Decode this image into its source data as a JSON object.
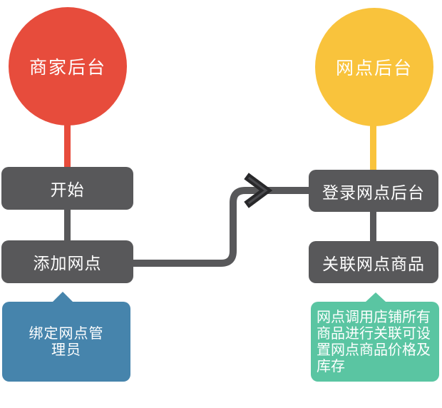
{
  "palette": {
    "merchant_red": "#E74C3C",
    "outlet_yellow": "#F9C33C",
    "step_gray": "#58585A",
    "callout_blue": "#4684AC",
    "callout_green": "#5AC5A2",
    "arrow_dark": "#28282A",
    "text_white": "#FFFFFF"
  },
  "diagram": {
    "merchant_circle_label": "商家后台",
    "outlet_circle_label": "网点后台",
    "steps": {
      "start": "开始",
      "add_outlet": "添加网点",
      "login_outlet": "登录网点后台",
      "link_products": "关联网点商品"
    },
    "callouts": {
      "blue": {
        "text": "绑定网点管理员",
        "lines": [
          "绑定网点管",
          "理员"
        ]
      },
      "green": {
        "text": "网点调用店铺所有商品进行关联可设置网点商品价格及库存",
        "lines": [
          "网点调用店铺所有",
          "商品进行关联可设",
          "置网点商品价格及",
          "库存"
        ]
      }
    }
  }
}
